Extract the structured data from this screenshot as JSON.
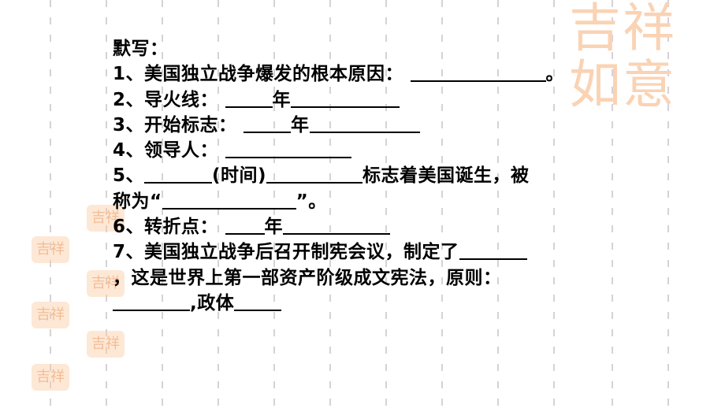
{
  "decoration": {
    "seal_text": "吉祥",
    "big_seal_text": "吉祥如意"
  },
  "title": "默写：",
  "q1": {
    "text": "1、美国独立战争爆发的根本原因：",
    "end": "。"
  },
  "q2": {
    "text": "2、导火线：",
    "year": "年"
  },
  "q3": {
    "text": "3、开始标志：",
    "year": "年"
  },
  "q4": {
    "text": "4、领导人："
  },
  "q5": {
    "num": "5、",
    "time": "(时间)",
    "rest": "标志着美国诞生，被",
    "line2": "称为“",
    "close": "”。"
  },
  "q6": {
    "text": "6、转折点：",
    "year": "年"
  },
  "q7": {
    "text": "7、美国独立战争后召开制宪会议，制定了",
    "line2": "，这是世界上第一部资产阶级成文宪法，原则：",
    "line3_mid": ",政体"
  }
}
